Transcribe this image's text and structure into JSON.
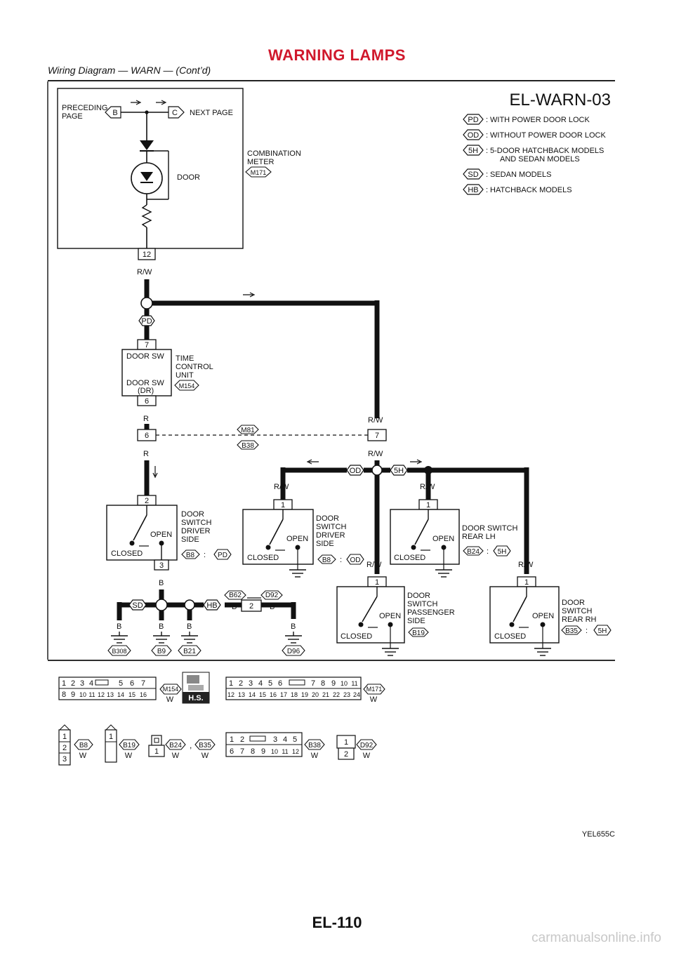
{
  "header": {
    "title": "WARNING LAMPS",
    "subtitle": "Wiring Diagram — WARN — (Cont’d)"
  },
  "diagram": {
    "code": "EL-WARN-03",
    "figure_id": "YEL655C",
    "legend": [
      {
        "tag": "PD",
        "text": "WITH POWER DOOR LOCK"
      },
      {
        "tag": "OD",
        "text": "WITHOUT POWER DOOR LOCK"
      },
      {
        "tag": "5H",
        "text": "5-DOOR HATCHBACK MODELS",
        "text2": "AND SEDAN MODELS"
      },
      {
        "tag": "SD",
        "text": "SEDAN MODELS"
      },
      {
        "tag": "HB",
        "text": "HATCHBACK MODELS"
      }
    ],
    "meter": {
      "preceding": "PRECEDING",
      "page": "PAGE",
      "next": "NEXT PAGE",
      "conn_b": "B",
      "conn_c": "C",
      "door": "DOOR",
      "name1": "COMBINATION",
      "name2": "METER",
      "connector": "M171",
      "terminal": "12"
    },
    "wires": {
      "rw": "R/W",
      "r": "R",
      "b": "B"
    },
    "tcu": {
      "name1": "TIME",
      "name2": "CONTROL",
      "name3": "UNIT",
      "connector": "M154",
      "doorsw": "DOOR SW",
      "doorsw_dr": "DOOR SW",
      "dr": "(DR)",
      "t7": "7",
      "t6": "6"
    },
    "joint": {
      "m81": "M81",
      "b38": "B38",
      "t6": "6",
      "t7": "7"
    },
    "tags": {
      "pd": "PD",
      "od": "OD",
      "fiveh": "5H",
      "sd": "SD",
      "hb": "HB"
    },
    "switch_labels": {
      "open": "OPEN",
      "closed": "CLOSED",
      "door": "DOOR",
      "switch": "SWITCH",
      "driver": "DRIVER",
      "side": "SIDE",
      "passenger": "PASSENGER",
      "doorsw": "DOOR SWITCH",
      "rearlh": "REAR LH",
      "rearrh": "REAR RH",
      "rear": "REAR RH",
      "colon": ":"
    },
    "switches": {
      "drv_pd": {
        "t_top": "2",
        "t_bot": "3",
        "conn": "B8",
        "opt": "PD"
      },
      "drv_od": {
        "t_top": "1",
        "conn": "B8",
        "opt": "OD"
      },
      "rearlh": {
        "t_top": "1",
        "conn": "B24",
        "opt": "5H"
      },
      "pass": {
        "t_top": "1",
        "conn": "B19"
      },
      "rearrh": {
        "t_top": "1",
        "conn": "B35",
        "opt": "5H"
      }
    },
    "grounds": {
      "b308": "B308",
      "b9": "B9",
      "b21": "B21",
      "d96": "D96",
      "b62": "B62",
      "d92": "D92",
      "t2": "2"
    },
    "connectors": {
      "m154": {
        "id": "M154",
        "color": "W",
        "row1": [
          "1",
          "2",
          "3",
          "4",
          "",
          "5",
          "6",
          "7"
        ],
        "row2": [
          "8",
          "9",
          "10",
          "11",
          "12",
          "13",
          "14",
          "15",
          "16"
        ]
      },
      "hs": "H.S.",
      "m171": {
        "id": "M171",
        "color": "W",
        "row1": [
          "1",
          "2",
          "3",
          "4",
          "5",
          "6",
          "",
          "7",
          "8",
          "9",
          "10",
          "11"
        ],
        "row2": [
          "12",
          "13",
          "14",
          "15",
          "16",
          "17",
          "18",
          "19",
          "20",
          "21",
          "22",
          "23",
          "24"
        ]
      },
      "b8": {
        "id": "B8",
        "color": "W",
        "pins": [
          "1",
          "2",
          "3"
        ]
      },
      "b19": {
        "id": "B19",
        "color": "W",
        "pins": [
          "1"
        ]
      },
      "b24": {
        "id": "B24",
        "color": "W",
        "pins": [
          "1"
        ],
        "comma": ","
      },
      "b35": {
        "id": "B35",
        "color": "W"
      },
      "b38": {
        "id": "B38",
        "color": "W",
        "row1": [
          "1",
          "2",
          "",
          "3",
          "4",
          "5"
        ],
        "row2": [
          "6",
          "7",
          "8",
          "9",
          "10",
          "11",
          "12"
        ]
      },
      "d92": {
        "id": "D92",
        "color": "W",
        "pins": [
          "1",
          "2"
        ]
      }
    },
    "page_number": "EL-110",
    "watermark": "carmanualsonline.info"
  }
}
